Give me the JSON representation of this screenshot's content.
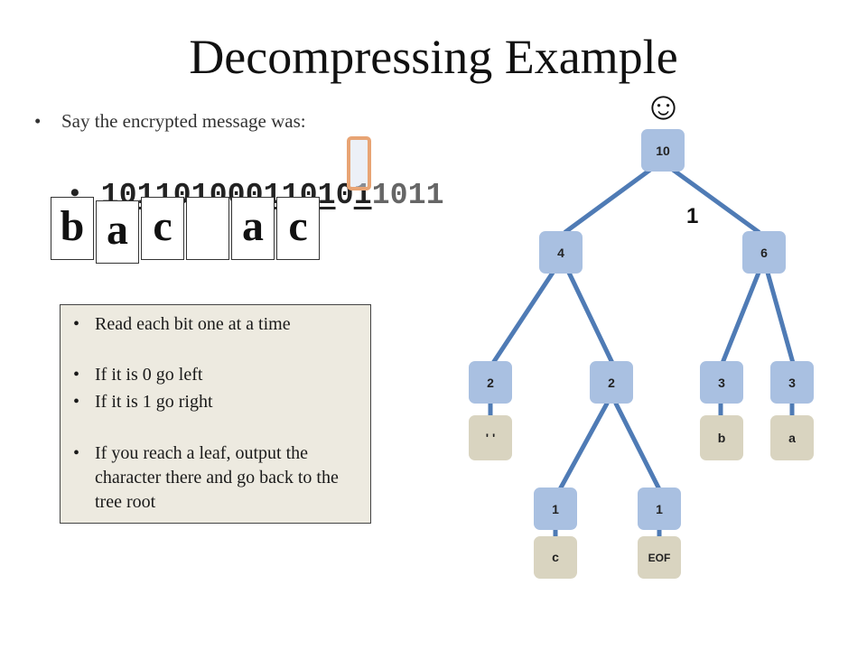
{
  "title": "Decompressing Example",
  "intro": "Say the encrypted message was:",
  "bits": [
    "1",
    "0",
    "1",
    "1",
    "0",
    "1",
    "0",
    "0",
    "0",
    "1",
    "1",
    "0",
    "1",
    "0",
    "1",
    "1",
    "0",
    "1",
    "1"
  ],
  "underlined_bits": [
    1,
    2,
    5,
    6,
    9,
    10,
    11,
    12,
    14
  ],
  "grey_bits_from": 15,
  "bullet_char": "•",
  "decoded_chars": [
    "b",
    "a",
    "c",
    " ",
    "a",
    "c"
  ],
  "info_bullets": [
    "Read each bit one at a time",
    "If it is 0 go left",
    "If it is 1 go right",
    "If you reach a leaf, output the character there and go back to the tree root"
  ],
  "smiley": "☺",
  "edge_label": "1",
  "tree": {
    "root": "10",
    "left": "4",
    "right": "6",
    "left_left": "2",
    "left_left_leaf": "' '",
    "left_right": "2",
    "lr_left": "1",
    "lr_left_leaf": "c",
    "lr_right": "1",
    "lr_right_leaf": "EOF",
    "right_left": "3",
    "right_left_leaf": "b",
    "right_right": "3",
    "right_right_leaf": "a"
  },
  "colors": {
    "node_fill": "#a9c0e1",
    "leaf_fill": "#d9d4c0",
    "edge": "#4f7bb5",
    "highlight_border": "#e8a474",
    "info_bg": "#edeae0"
  }
}
